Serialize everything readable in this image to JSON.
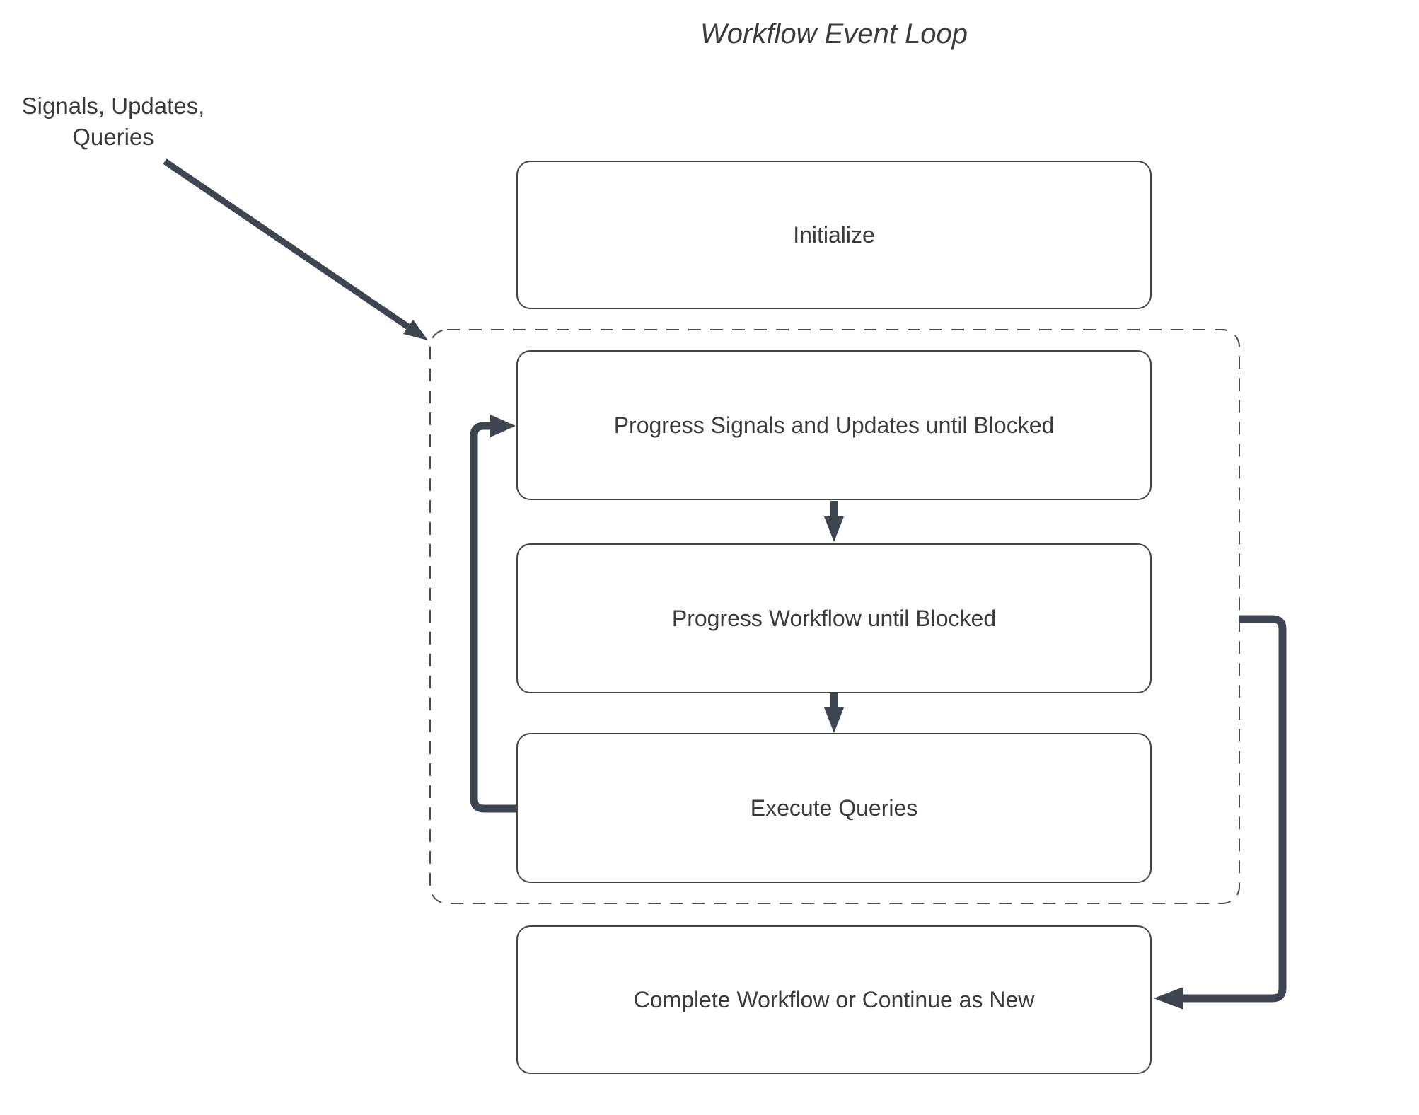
{
  "title": "Workflow Event Loop",
  "annotation": {
    "line1": "Signals, Updates,",
    "line2": "Queries"
  },
  "nodes": {
    "initialize": "Initialize",
    "progress_signals": "Progress Signals and Updates until Blocked",
    "progress_workflow": "Progress Workflow until Blocked",
    "execute_queries": "Execute Queries",
    "complete": "Complete Workflow or Continue as New"
  },
  "colors": {
    "arrow": "#3e4450",
    "box_border": "#444444",
    "dashed_border": "#4c4c4c",
    "text": "#3b3b3b",
    "background": "#ffffff"
  }
}
